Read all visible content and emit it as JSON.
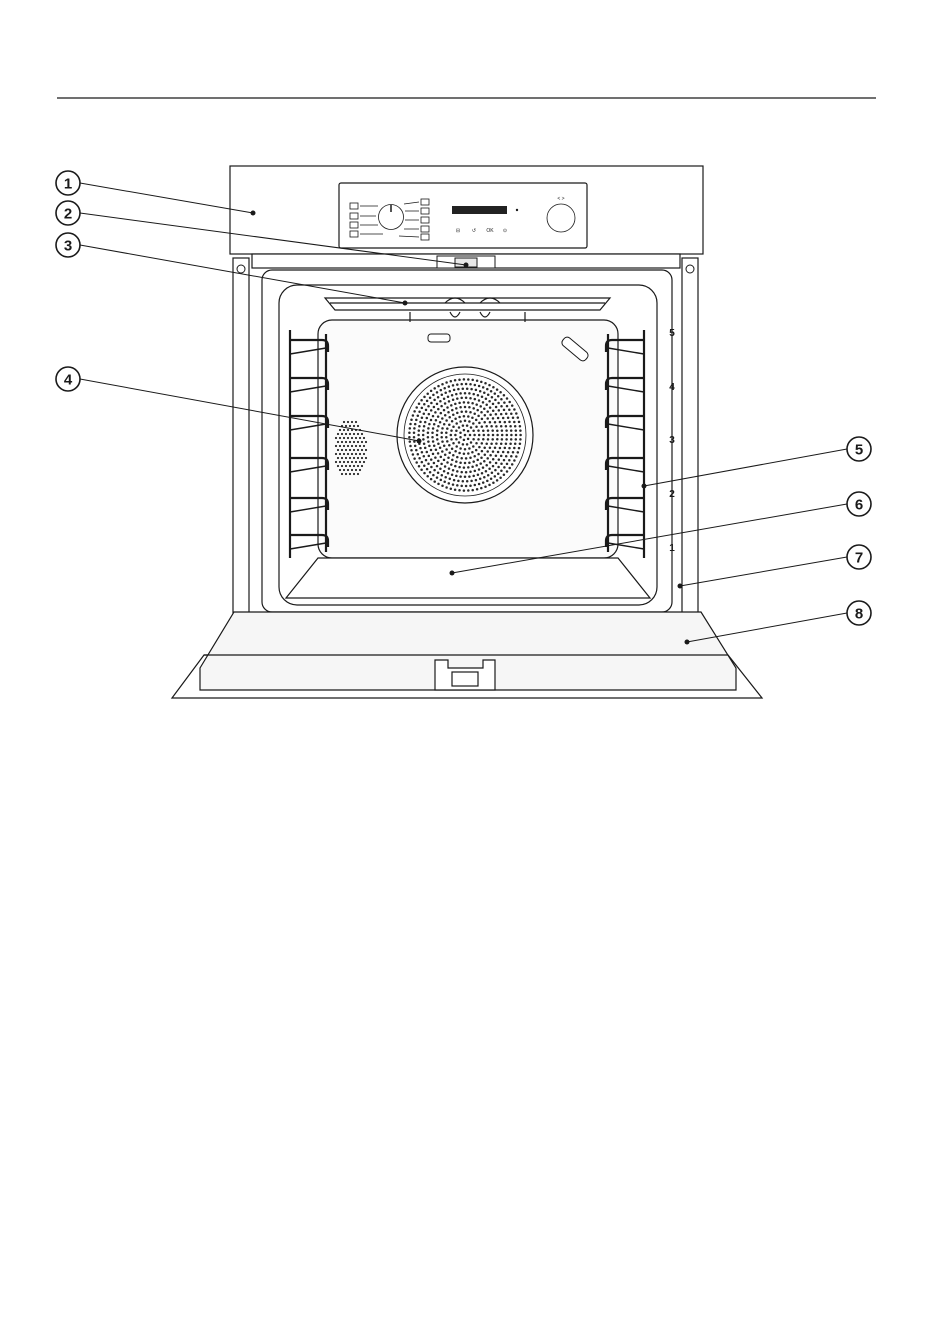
{
  "callouts": [
    {
      "number": "1",
      "target": "oven-front-panel"
    },
    {
      "number": "2",
      "target": "door-lock"
    },
    {
      "number": "3",
      "target": "top-heating-element"
    },
    {
      "number": "4",
      "target": "fan-cover"
    },
    {
      "number": "5",
      "target": "side-runners"
    },
    {
      "number": "6",
      "target": "oven-interior"
    },
    {
      "number": "7",
      "target": "front-frame"
    },
    {
      "number": "8",
      "target": "oven-door"
    }
  ],
  "shelf_levels": [
    "5",
    "4",
    "3",
    "2",
    "1"
  ],
  "control_panel": {
    "arrows": "< >",
    "buttons": [
      "⊟",
      "↺",
      "OK",
      "⊙"
    ]
  },
  "colors": {
    "line": "#1a1a1a",
    "fill": "#ffffff",
    "shade": "#e8e8e8",
    "display": "#222222"
  }
}
